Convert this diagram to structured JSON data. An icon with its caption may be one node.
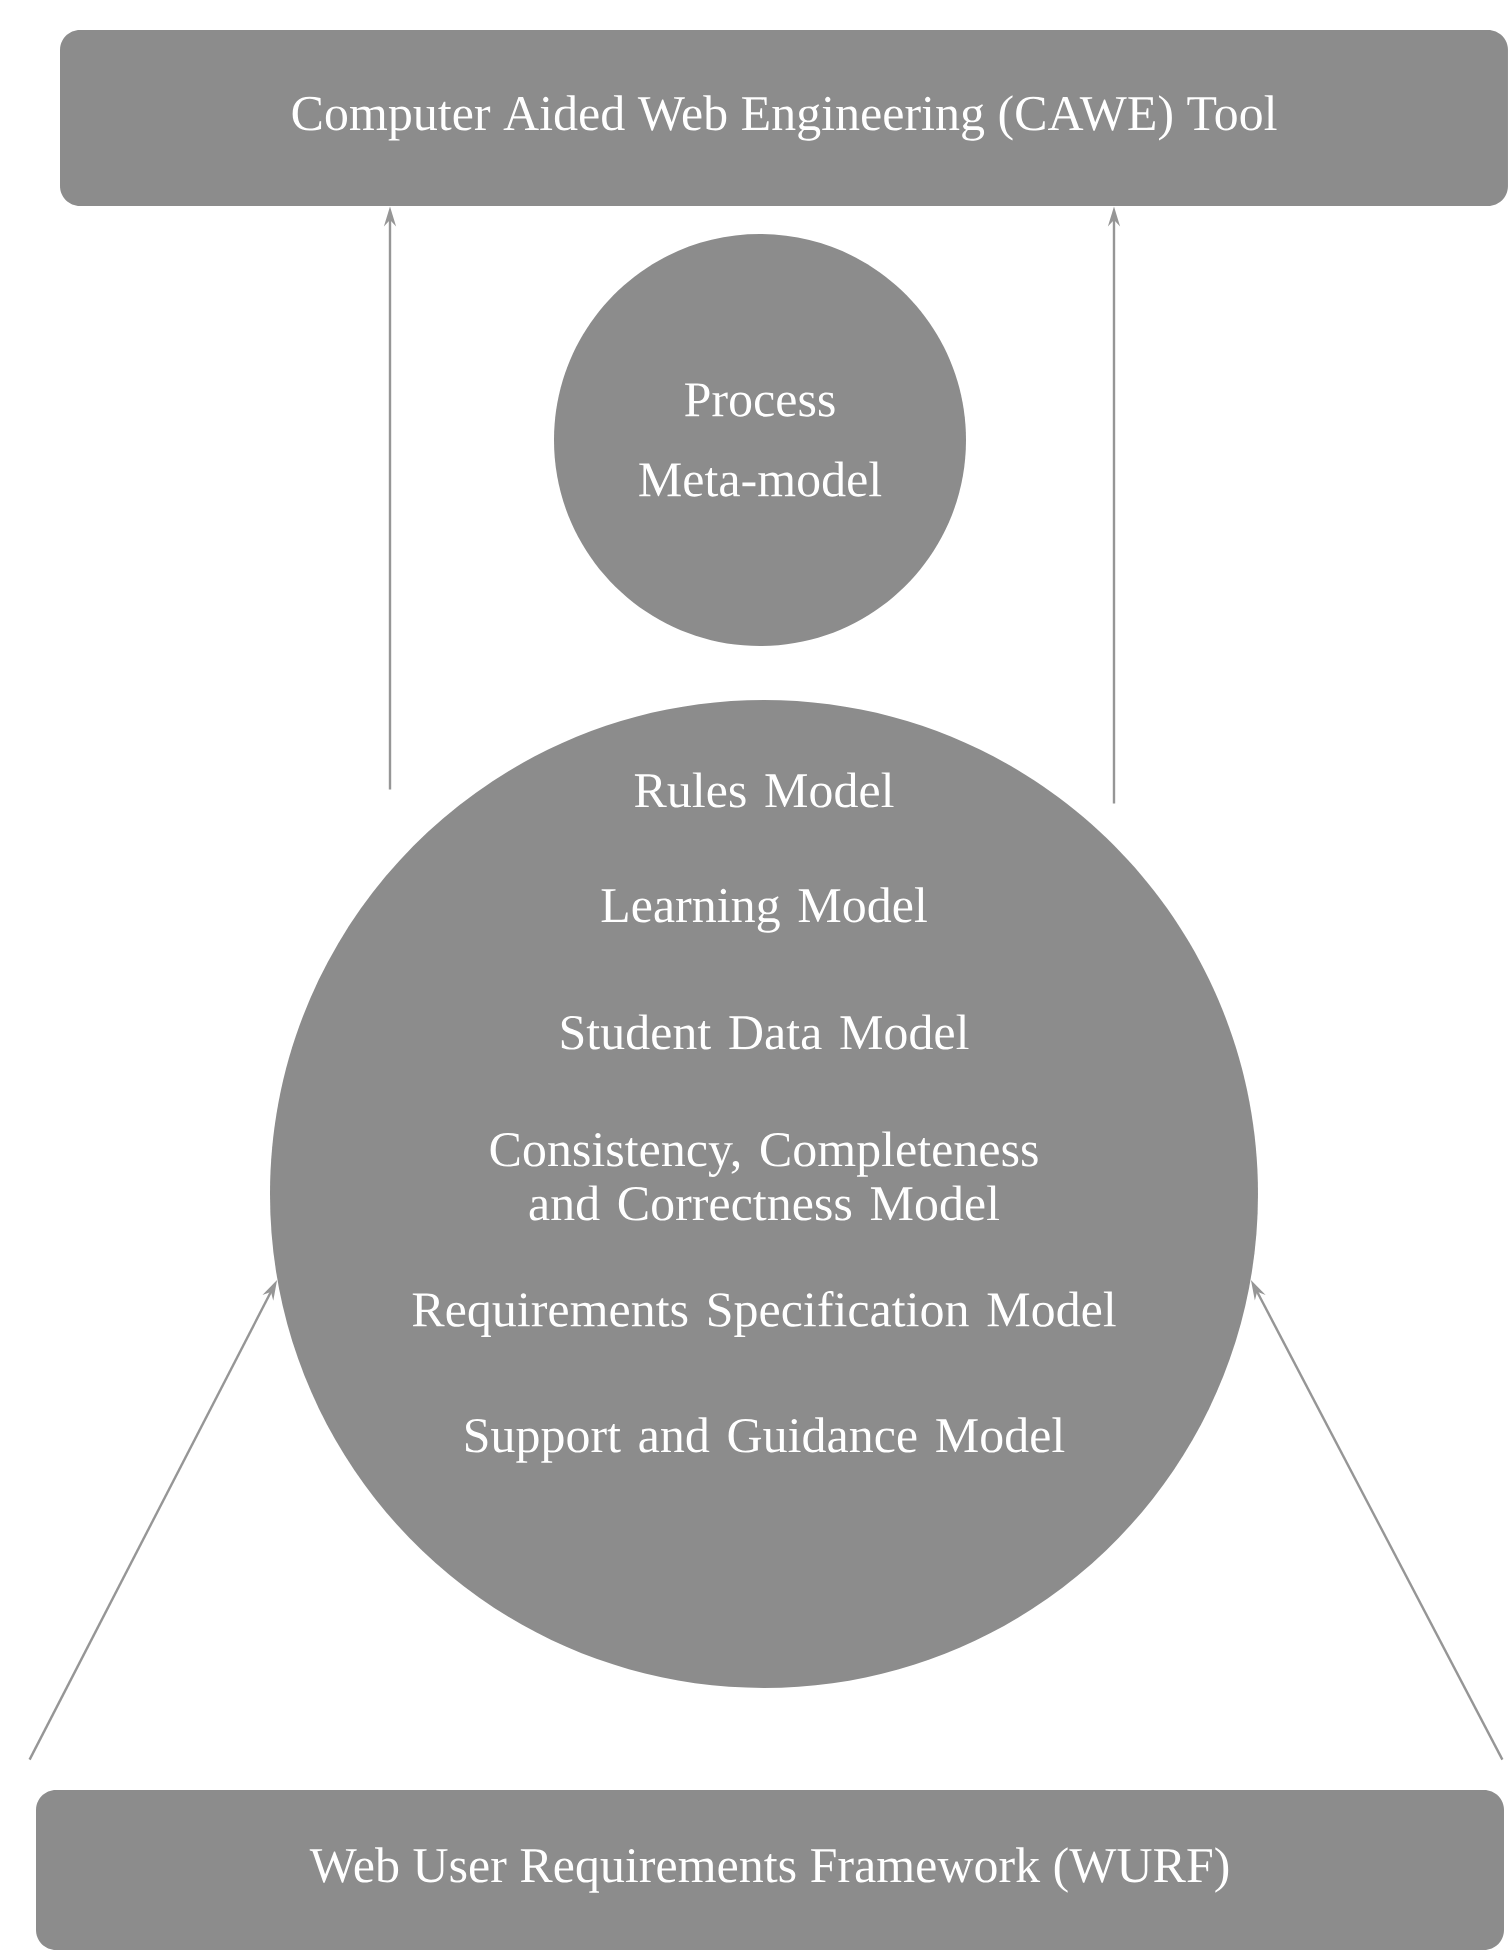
{
  "diagram": {
    "nodes": [
      {
        "text": [
          "Computer Aided Web Engineering (CAWE) Tool"
        ]
      },
      {
        "text": [
          "Process Meta-model"
        ]
      },
      {
        "text": [
          "Rules Model",
          "Learning Model",
          "Student Data Model",
          "Consistency, Completeness and Correctness Model",
          "Requirements Specification Model",
          "Support and Guidance Model"
        ]
      },
      {
        "text": [
          "Web User Requirements Framework (WURF)"
        ]
      }
    ],
    "edges": [
      {
        "from": 2,
        "to": 0,
        "arrow": "to"
      },
      {
        "from": 2,
        "to": 0,
        "arrow": "to"
      },
      {
        "from": 3,
        "to": 2,
        "arrow": "to"
      },
      {
        "from": 3,
        "to": 2,
        "arrow": "to"
      }
    ]
  }
}
